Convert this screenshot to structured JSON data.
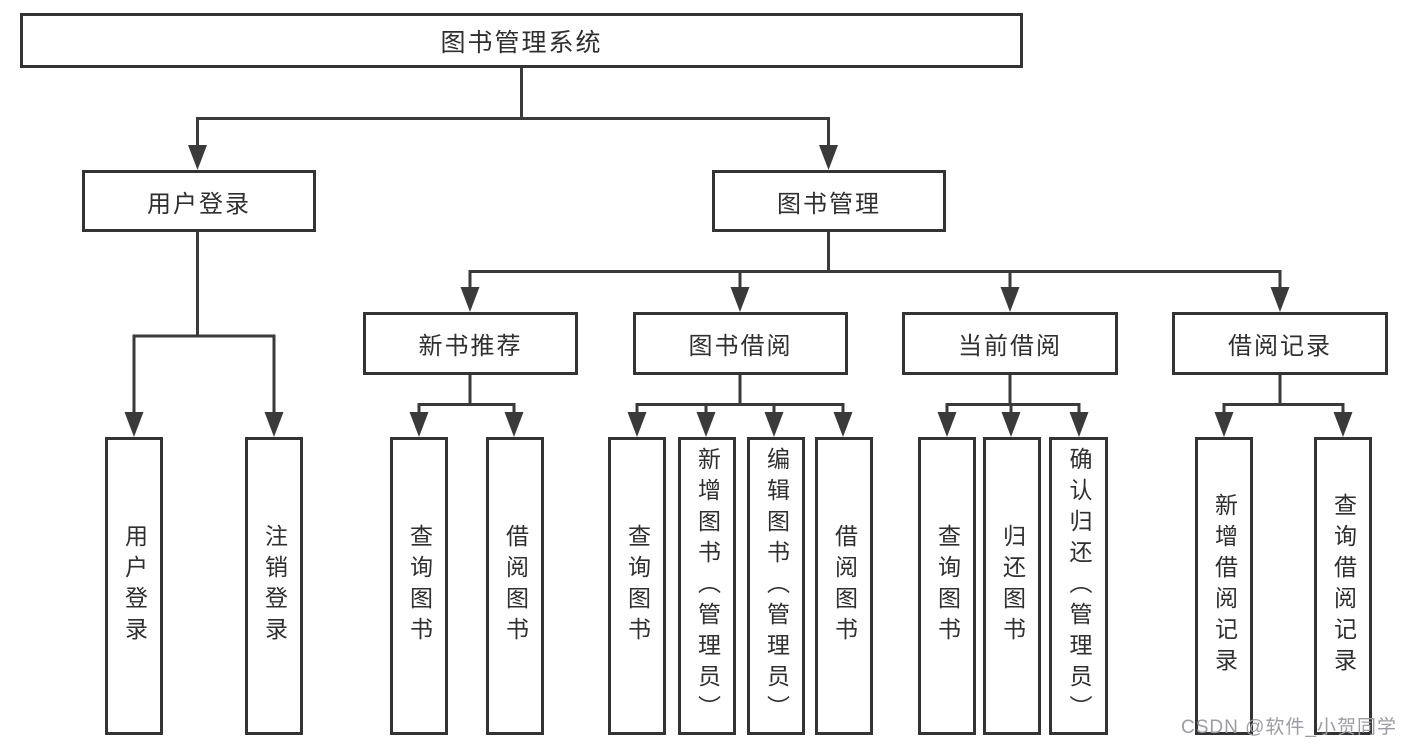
{
  "colors": {
    "line": "#3a3a3a",
    "box_border": "#333333",
    "text": "#2f2f2f",
    "watermark_text": "#9c9ca4",
    "background": "#ffffff"
  },
  "diagram": {
    "title": "图书管理系统",
    "level2": {
      "user_login": "用户登录",
      "book_mgmt": "图书管理"
    },
    "level3": {
      "new_books": "新书推荐",
      "book_borrow": "图书借阅",
      "current_borrow": "当前借阅",
      "borrow_record": "借阅记录"
    },
    "leaves": {
      "user_login": [
        "用户登录",
        "注销登录"
      ],
      "new_books": [
        "查询图书",
        "借阅图书"
      ],
      "book_borrow": [
        "查询图书",
        "新增图书（管理员）",
        "编辑图书（管理员）",
        "借阅图书"
      ],
      "current_borrow": [
        "查询图书",
        "归还图书",
        "确认归还（管理员）"
      ],
      "borrow_record": [
        "新增借阅记录",
        "查询借阅记录"
      ]
    }
  },
  "watermark": "CSDN @软件_小贺同学"
}
